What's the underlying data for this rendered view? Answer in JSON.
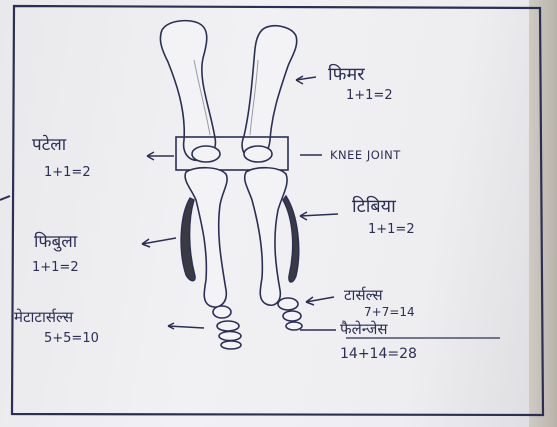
{
  "labels": {
    "femur": {
      "name": "फिमर",
      "count": "1+1=2"
    },
    "patella": {
      "name": "पटेला",
      "count": "1+1=2"
    },
    "knee_joint": {
      "name": "KNEE JOINT"
    },
    "tibia": {
      "name": "टिबिया",
      "count": "1+1=2"
    },
    "fibula": {
      "name": "फिबुला",
      "count": "1+1=2"
    },
    "tarsals": {
      "name": "टार्सल्स",
      "count": "7+7=14"
    },
    "metatarsals": {
      "name": "मेटाटार्सल्स",
      "count": "5+5=10"
    },
    "phalanges": {
      "name": "फैलेन्जेस",
      "count": "14+14=28"
    }
  },
  "colors": {
    "ink": "#2b2f55",
    "paper": "#eeeef0",
    "bone_fill": "#f3f3f5",
    "pencil_shade": "#3a3a44"
  }
}
